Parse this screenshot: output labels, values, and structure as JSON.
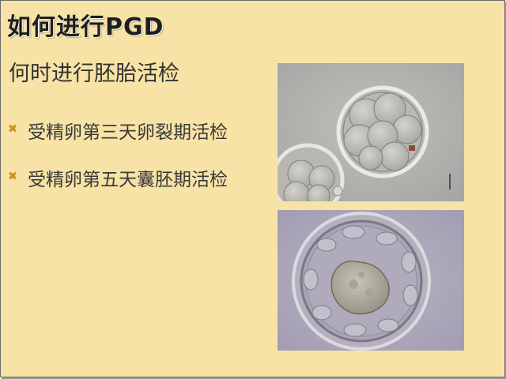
{
  "slide": {
    "title": "如何进行PGD",
    "subtitle": "何时进行胚胎活检",
    "bullets": [
      {
        "icon": "x-bullet-icon",
        "text": "受精卵第三天卵裂期活检"
      },
      {
        "icon": "x-bullet-icon",
        "text": "受精卵第五天囊胚期活检"
      }
    ],
    "images": [
      {
        "name": "cleavage-embryo-photo"
      },
      {
        "name": "blastocyst-photo"
      }
    ],
    "colors": {
      "background": "#f8e3a6",
      "bullet": "#c9961a",
      "title": "#1e1e1e",
      "text": "#3a3a3a"
    }
  }
}
